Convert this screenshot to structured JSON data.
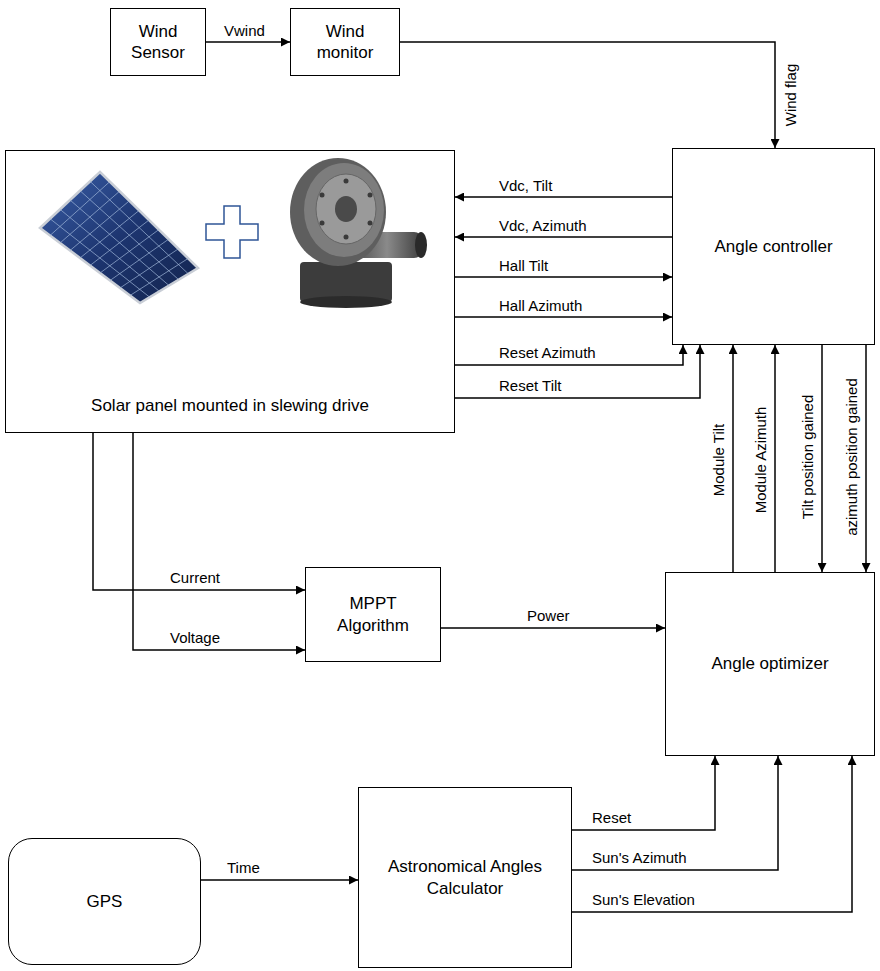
{
  "diagram": {
    "nodes": [
      {
        "text": [
          "Wind Sensor"
        ]
      },
      {
        "text": [
          "Wind monitor"
        ]
      },
      {
        "text": [
          "Solar panel mounted in slewing drive"
        ]
      },
      {
        "text": [
          "Angle controller"
        ]
      },
      {
        "text": [
          "MPPT Algorithm"
        ]
      },
      {
        "text": [
          "Angle optimizer"
        ]
      },
      {
        "text": [
          "GPS"
        ]
      },
      {
        "text": [
          "Astronomical Angles Calculator"
        ]
      }
    ],
    "edges": [
      {
        "from": 0,
        "to": 1,
        "label": "Vwind",
        "arrow": "to"
      },
      {
        "from": 1,
        "to": 3,
        "label": "Wind flag",
        "arrow": "to"
      },
      {
        "from": 3,
        "to": 2,
        "label": "Vdc, Tilt",
        "arrow": "to"
      },
      {
        "from": 3,
        "to": 2,
        "label": "Vdc, Azimuth",
        "arrow": "to"
      },
      {
        "from": 2,
        "to": 3,
        "label": "Hall Tilt",
        "arrow": "to"
      },
      {
        "from": 2,
        "to": 3,
        "label": "Hall Azimuth",
        "arrow": "to"
      },
      {
        "from": 2,
        "to": 3,
        "label": "Reset Azimuth",
        "arrow": "to"
      },
      {
        "from": 2,
        "to": 3,
        "label": "Reset Tilt",
        "arrow": "to"
      },
      {
        "from": 2,
        "to": 4,
        "label": "Current",
        "arrow": "to"
      },
      {
        "from": 2,
        "to": 4,
        "label": "Voltage",
        "arrow": "to"
      },
      {
        "from": 4,
        "to": 5,
        "label": "Power",
        "arrow": "to"
      },
      {
        "from": 5,
        "to": 3,
        "label": "Module Tilt",
        "arrow": "to"
      },
      {
        "from": 5,
        "to": 3,
        "label": "Module Azimuth",
        "arrow": "to"
      },
      {
        "from": 3,
        "to": 5,
        "label": "Tilt position gained",
        "arrow": "to"
      },
      {
        "from": 3,
        "to": 5,
        "label": "azimuth position gained",
        "arrow": "to"
      },
      {
        "from": 6,
        "to": 7,
        "label": "Time",
        "arrow": "to"
      },
      {
        "from": 7,
        "to": 5,
        "label": "Reset",
        "arrow": "to"
      },
      {
        "from": 7,
        "to": 5,
        "label": "Sun's Azimuth",
        "arrow": "to"
      },
      {
        "from": 7,
        "to": 5,
        "label": "Sun's Elevation",
        "arrow": "to"
      }
    ]
  }
}
